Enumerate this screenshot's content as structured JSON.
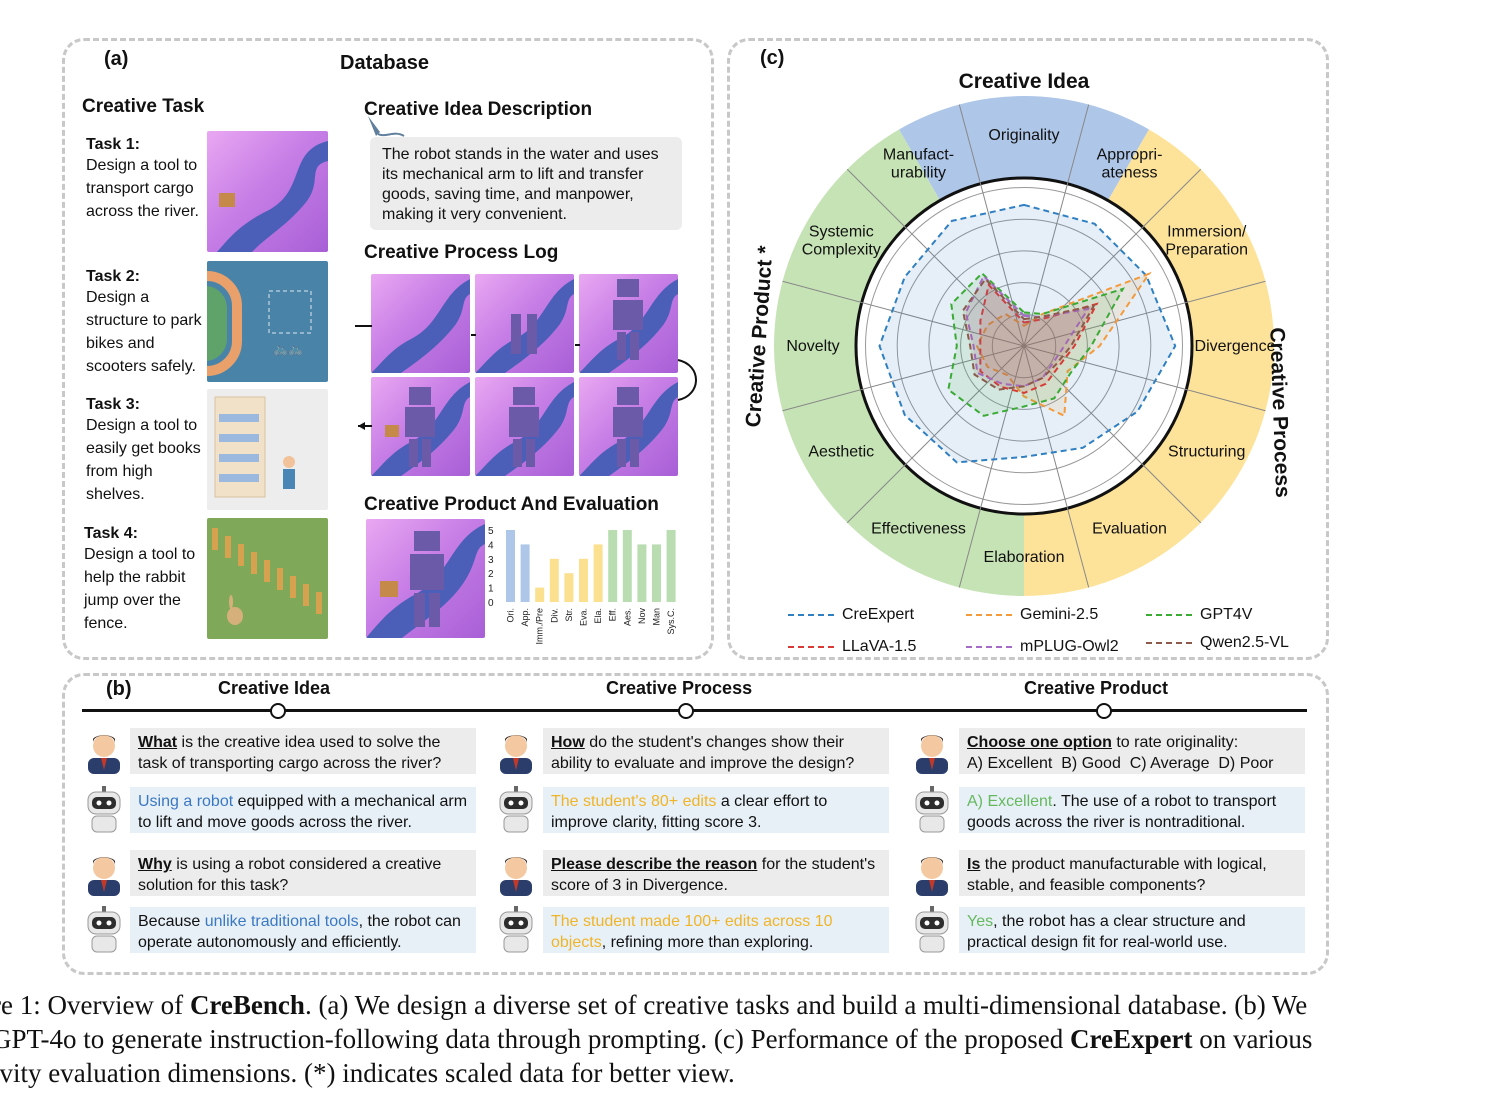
{
  "panel_a": {
    "tag": "(a)",
    "title": "Database",
    "creative_task_heading": "Creative Task",
    "tasks": [
      {
        "title": "Task 1:",
        "text": "Design a tool to transport cargo across the river."
      },
      {
        "title": "Task 2:",
        "text": "Design a structure to park bikes and scooters safely."
      },
      {
        "title": "Task 3:",
        "text": "Design a tool to easily get books from high shelves."
      },
      {
        "title": "Task 4:",
        "text": "Design a tool to help the rabbit jump over the fence."
      }
    ],
    "idea_heading": "Creative Idea Description",
    "idea_text": "The robot stands in the water and uses its mechanical arm to lift and transfer goods, saving time, and manpower, making it very convenient.",
    "process_heading": "Creative Process Log",
    "product_heading": "Creative Product And Evaluation",
    "bar_chart": {
      "type": "bar",
      "categories": [
        "Ori.",
        "App.",
        "Imm./Pre",
        "Div.",
        "Str.",
        "Eva.",
        "Ela.",
        "Eff.",
        "Aes.",
        "Nov",
        "Man",
        "Sys.C."
      ],
      "values": [
        5,
        4,
        1,
        3,
        2,
        3,
        4,
        5,
        5,
        4,
        4,
        5
      ],
      "colors": [
        "#aec6e8",
        "#aec6e8",
        "#fbe08f",
        "#fbe08f",
        "#fbe08f",
        "#fbe08f",
        "#fbe08f",
        "#b9ddb0",
        "#b9ddb0",
        "#b9ddb0",
        "#b9ddb0",
        "#b9ddb0"
      ],
      "yticks": [
        "5",
        "4",
        "3",
        "2",
        "1",
        "0"
      ],
      "ylim": [
        0,
        5
      ]
    }
  },
  "panel_b": {
    "tag": "(b)",
    "stages": [
      "Creative Idea",
      "Creative Process",
      "Creative Product"
    ],
    "columns": [
      {
        "q1_bold": "What",
        "q1_rest": " is the creative idea used to solve the task of transporting cargo across the river?",
        "a1_hl": "Using a robot",
        "a1_rest": " equipped with a mechanical arm to lift and move goods across the river.",
        "q2_bold": "Why",
        "q2_rest": " is using a robot considered a creative solution for this task?",
        "a2_pre": "Because ",
        "a2_hl": "unlike traditional tools",
        "a2_rest": ", the robot can operate autonomously and efficiently."
      },
      {
        "q1_bold": "How",
        "q1_rest": " do the student's changes show their ability to evaluate and improve the design?",
        "a1_hl": "The student's 80+ edits",
        "a1_rest": " a clear effort to improve clarity, fitting score 3.",
        "q2_bold": "Please describe the reason",
        "q2_rest": " for the student's score of 3 in Divergence.",
        "a2_pre": "",
        "a2_hl": "The student made 100+ edits across 10 objects",
        "a2_rest": ", refining more than exploring."
      },
      {
        "q1_bold": "Choose one option",
        "q1_rest": " to rate originality:",
        "q1_line2": "A) Excellent  B) Good  C) Average  D) Poor",
        "a1_hl": "A) Excellent",
        "a1_rest": ". The use of a robot to transport goods across the river is nontraditional.",
        "q2_bold": "Is",
        "q2_rest": " the product manufacturable with logical, stable, and feasible components?",
        "a2_pre": "",
        "a2_hl": "Yes",
        "a2_rest": ", the robot has a clear structure and practical design fit for real-world use."
      }
    ]
  },
  "panel_c": {
    "tag": "(c)",
    "group_labels": {
      "idea": "Creative Idea",
      "process": "Creative Process",
      "product": "Creative Product *"
    },
    "group_colors": {
      "idea": "#aec6e8",
      "process": "#fde39a",
      "product": "#c6e3b5"
    },
    "chart_data": {
      "type": "radar",
      "axes": [
        "Originality",
        "Appropri- ateness",
        "Immersion/ Preparation",
        "Divergence",
        "Structuring",
        "Evaluation",
        "Elaboration",
        "Effectiveness",
        "Aesthetic",
        "Novelty",
        "Systemic Complexity",
        "Manufact- urability"
      ],
      "range": [
        0,
        1
      ],
      "series": [
        {
          "name": "CreExpert",
          "color": "#2f7fc1",
          "values": [
            0.84,
            0.84,
            0.84,
            0.9,
            0.78,
            0.7,
            0.66,
            0.8,
            0.82,
            0.86,
            0.82,
            0.86
          ]
        },
        {
          "name": "Gemini-2.5",
          "color": "#f29a3c",
          "values": [
            0.12,
            0.22,
            0.86,
            0.45,
            0.3,
            0.48,
            0.3,
            0.2,
            0.25,
            0.28,
            0.25,
            0.22
          ]
        },
        {
          "name": "GPT4V",
          "color": "#3aaa35",
          "values": [
            0.2,
            0.22,
            0.68,
            0.4,
            0.32,
            0.36,
            0.36,
            0.48,
            0.52,
            0.4,
            0.5,
            0.5
          ]
        },
        {
          "name": "LLaVA-1.5",
          "color": "#d63b35",
          "values": [
            0.14,
            0.18,
            0.5,
            0.3,
            0.24,
            0.26,
            0.28,
            0.28,
            0.3,
            0.26,
            0.3,
            0.42
          ]
        },
        {
          "name": "mPLUG-Owl2",
          "color": "#a66bc6",
          "values": [
            0.18,
            0.2,
            0.44,
            0.24,
            0.2,
            0.22,
            0.24,
            0.26,
            0.32,
            0.3,
            0.4,
            0.48
          ]
        },
        {
          "name": "Qwen2.5-VL",
          "color": "#8c5a4a",
          "values": [
            0.16,
            0.2,
            0.48,
            0.28,
            0.22,
            0.22,
            0.24,
            0.3,
            0.34,
            0.32,
            0.42,
            0.46
          ]
        }
      ]
    }
  },
  "caption": {
    "prefix": "re 1: Overview of ",
    "bench": "CreBench",
    "mid1": ". (a) We design a diverse set of creative tasks and build a multi-dimensional database. (b) We",
    "line2_pre": "GPT-4o to generate instruction-following data through prompting. (c) Performance of the proposed ",
    "expert": "CreExpert",
    "line2_post": " on various",
    "line3": "ivity evaluation dimensions. (*) indicates scaled data for better view."
  }
}
